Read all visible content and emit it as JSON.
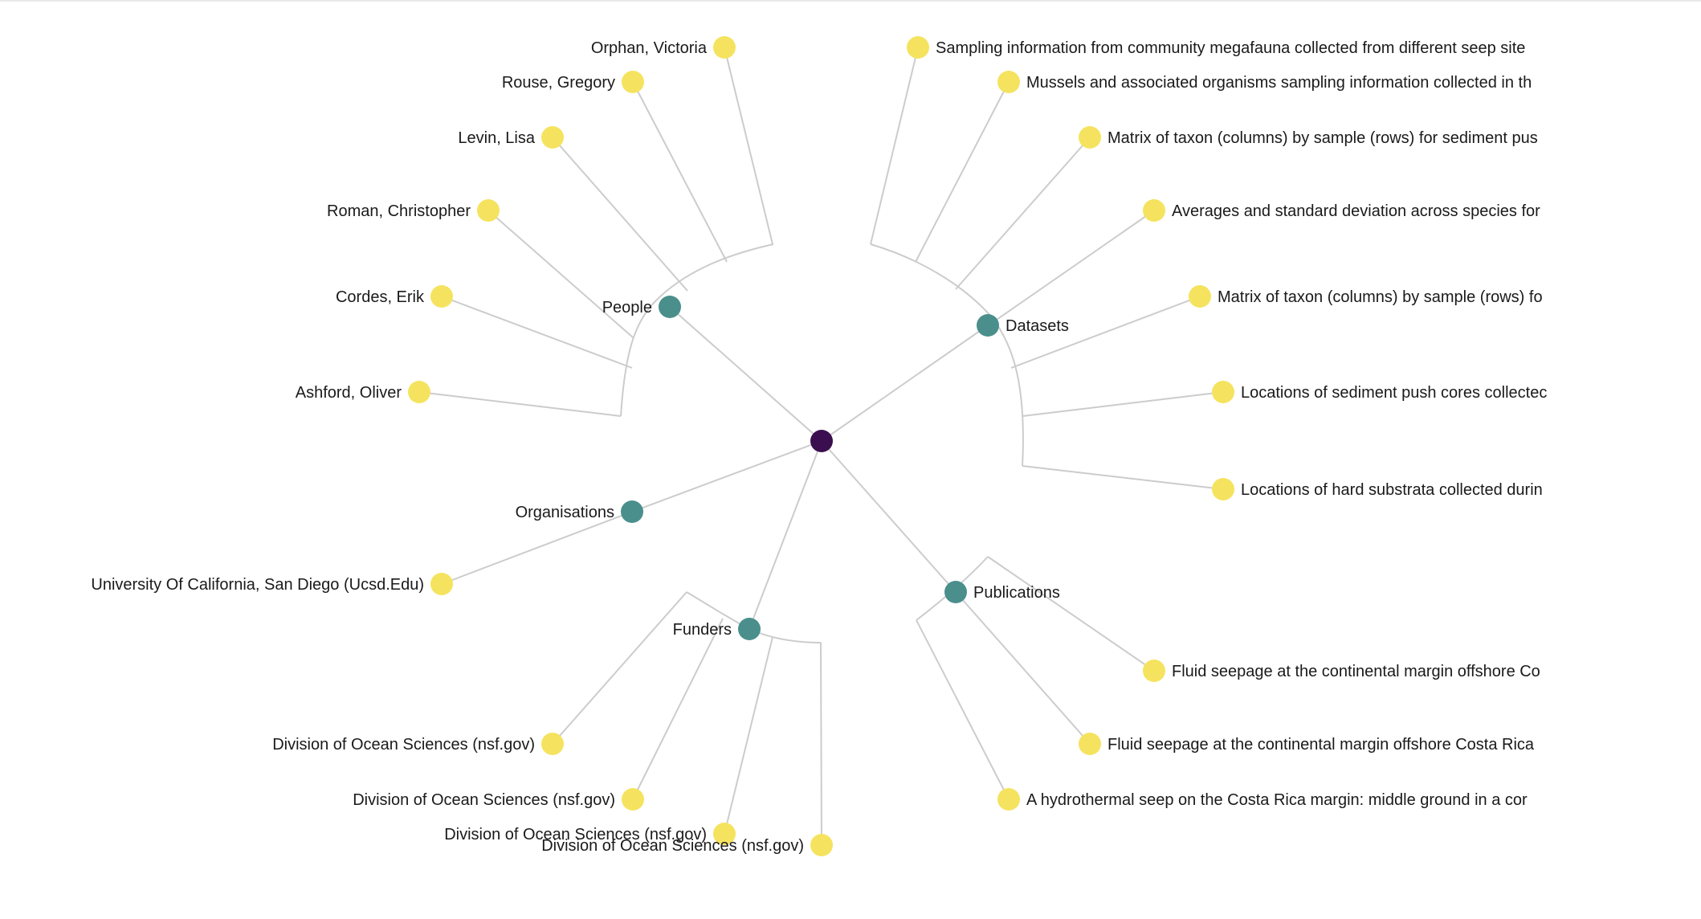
{
  "colors": {
    "root": "#3b0f4f",
    "category": "#4a8f8c",
    "leaf": "#f5e35f",
    "link": "#cccccc",
    "label": "#1a1a1a"
  },
  "graph": {
    "root": {
      "id": "root",
      "label": ""
    },
    "categories": [
      {
        "id": "people",
        "label": "People",
        "children": [
          {
            "label": "Orphan, Victoria"
          },
          {
            "label": "Rouse, Gregory"
          },
          {
            "label": "Levin, Lisa"
          },
          {
            "label": "Roman, Christopher"
          },
          {
            "label": "Cordes, Erik"
          },
          {
            "label": "Ashford, Oliver"
          }
        ]
      },
      {
        "id": "datasets",
        "label": "Datasets",
        "children": [
          {
            "label": "Sampling information from community megafauna collected from different seep site"
          },
          {
            "label": "Mussels and associated organisms sampling information collected in th"
          },
          {
            "label": "Matrix of taxon (columns) by sample (rows) for sediment pus"
          },
          {
            "label": "Averages and standard deviation across species for"
          },
          {
            "label": "Matrix of taxon (columns) by sample (rows) fo"
          },
          {
            "label": "Locations of sediment push cores collectec"
          },
          {
            "label": "Locations of hard substrata collected durin"
          }
        ]
      },
      {
        "id": "organisations",
        "label": "Organisations",
        "children": [
          {
            "label": "University Of California, San Diego (Ucsd.Edu)"
          }
        ]
      },
      {
        "id": "funders",
        "label": "Funders",
        "children": [
          {
            "label": "Division of Ocean Sciences (nsf.gov)"
          },
          {
            "label": "Division of Ocean Sciences (nsf.gov)"
          },
          {
            "label": "Division of Ocean Sciences (nsf.gov)"
          },
          {
            "label": "Division of Ocean Sciences (nsf.gov)"
          }
        ]
      },
      {
        "id": "publications",
        "label": "Publications",
        "children": [
          {
            "label": "Fluid seepage at the continental margin offshore Co"
          },
          {
            "label": "Fluid seepage at the continental margin offshore Costa Rica"
          },
          {
            "label": "A hydrothermal seep on the Costa Rica margin: middle ground in a cor"
          }
        ]
      }
    ]
  }
}
